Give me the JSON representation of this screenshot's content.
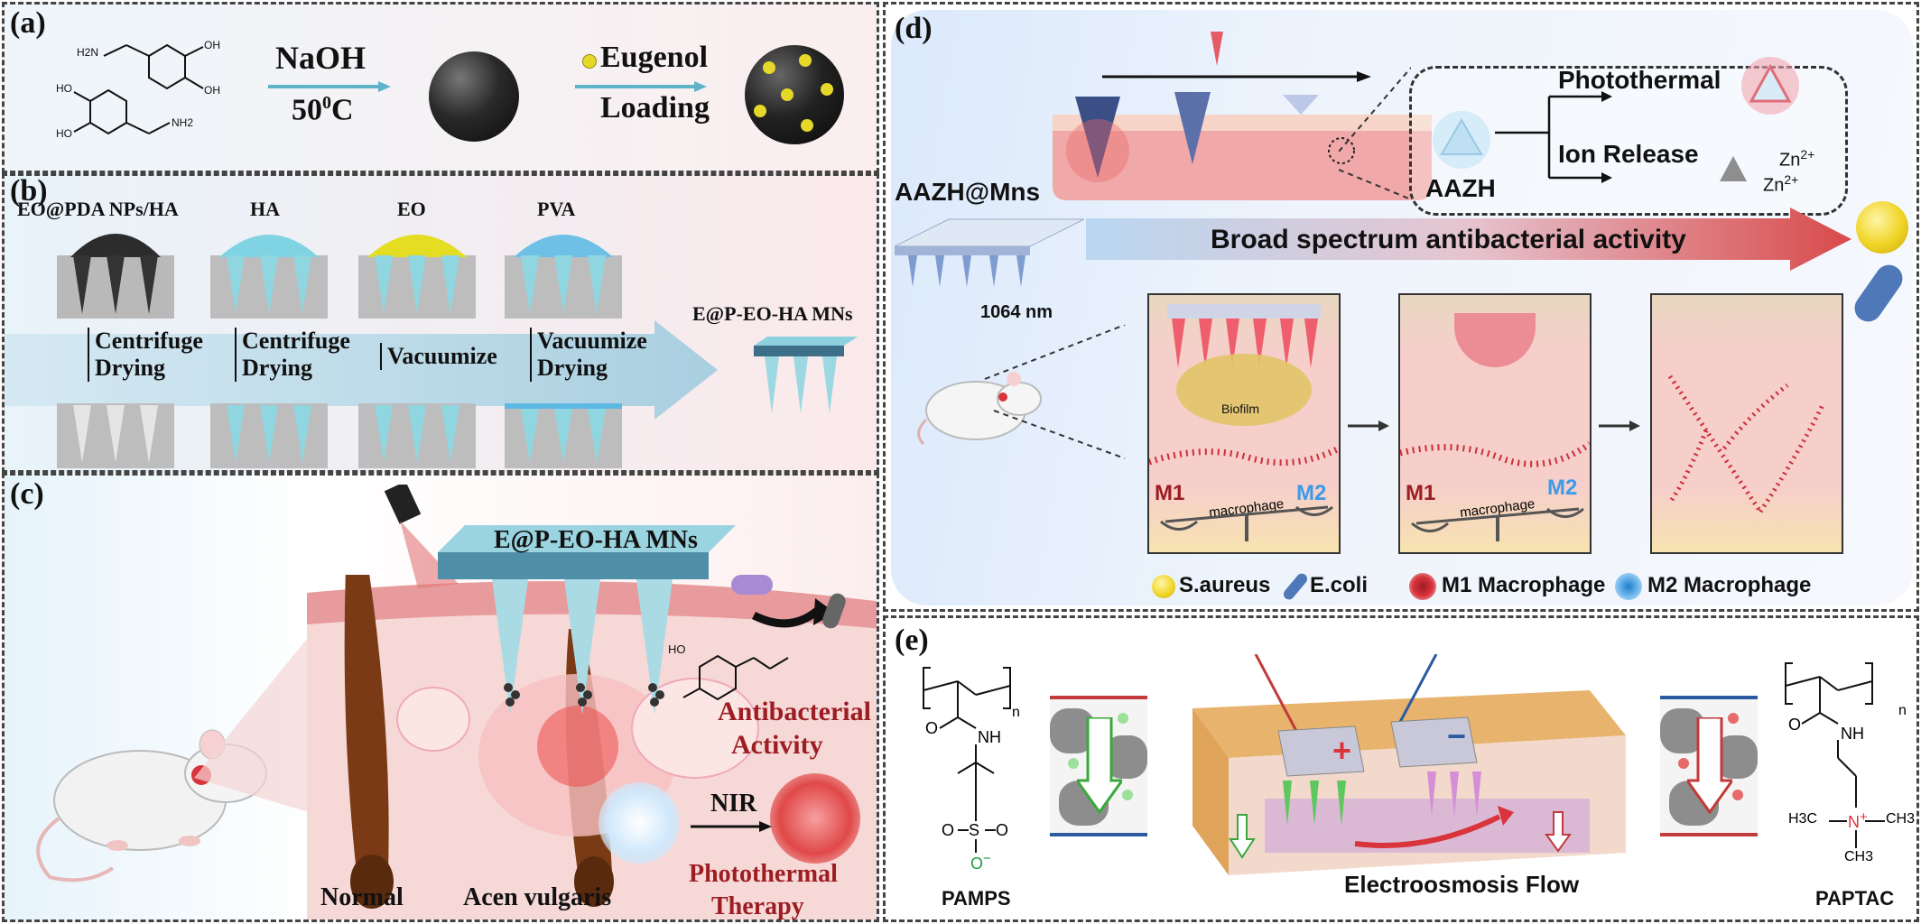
{
  "panel_a": {
    "label": "(a)",
    "reagent": "NaOH",
    "temperature": "50",
    "temperature_sup": "0",
    "temperature_unit": "C",
    "step2_line1": "Eugenol",
    "step2_line2": "Loading"
  },
  "panel_b": {
    "label": "(b)",
    "molds": [
      "EO@PDA NPs/HA",
      "HA",
      "EO",
      "PVA"
    ],
    "steps": [
      {
        "line1": "Centrifuge",
        "line2": "Drying"
      },
      {
        "line1": "Centrifuge",
        "line2": "Drying"
      },
      {
        "line1": "Vacuumize",
        "line2": ""
      },
      {
        "line1": "Vacuumize",
        "line2": "Drying"
      }
    ],
    "product": "E@P-EO-HA MNs"
  },
  "panel_c": {
    "label": "(c)",
    "patch_label": "E@P-EO-HA MNs",
    "antibacterial_line1": "Antibacterial",
    "antibacterial_line2": "Activity",
    "nir": "NIR",
    "photothermal_line1": "Photothermal",
    "photothermal_line2": "Therapy",
    "normal": "Normal",
    "acne": "Acen vulgaris",
    "structure_oh": "HO"
  },
  "panel_d": {
    "label": "(d)",
    "aazh_mns": "AAZH@Mns",
    "aazh": "AAZH",
    "photothermal": "Photothermal",
    "ion_release": "Ion Release",
    "zn1": "Zn",
    "zn2": "Zn",
    "zn_sup": "2+",
    "banner": "Broad spectrum antibacterial activity",
    "wavelength": "1064 nm",
    "biofilm": "Biofilm",
    "m1": "M1",
    "m2": "M2",
    "macrophage": "macrophage",
    "legend": [
      "S.aureus",
      "E.coli",
      "M1 Macrophage",
      "M2 Macrophage"
    ]
  },
  "panel_e": {
    "label": "(e)",
    "pamps": "PAMPS",
    "paptac": "PAPTAC",
    "flow": "Electroosmosis Flow",
    "plus": "+",
    "minus": "−",
    "nh": "NH",
    "n_sub": "n",
    "o": "O",
    "s": "S",
    "o_minus": "O",
    "minus_sup": "−",
    "n_plus": "N",
    "plus_sup": "+",
    "h3c": "H3C",
    "ch3": "CH3"
  },
  "colors": {
    "skin_pink": "#f3c2c0",
    "dermis": "#f7d9d6",
    "red_accent": "#d9333b",
    "teal_needle": "#7fc9cf",
    "yellow_np": "#e6d829",
    "dark_np": "#1e1e1e",
    "banner_blue": "#b6d6f0",
    "banner_red": "#d94a4a",
    "m2_blue": "#3b9be6",
    "dark_red_text": "#9c1d22"
  }
}
